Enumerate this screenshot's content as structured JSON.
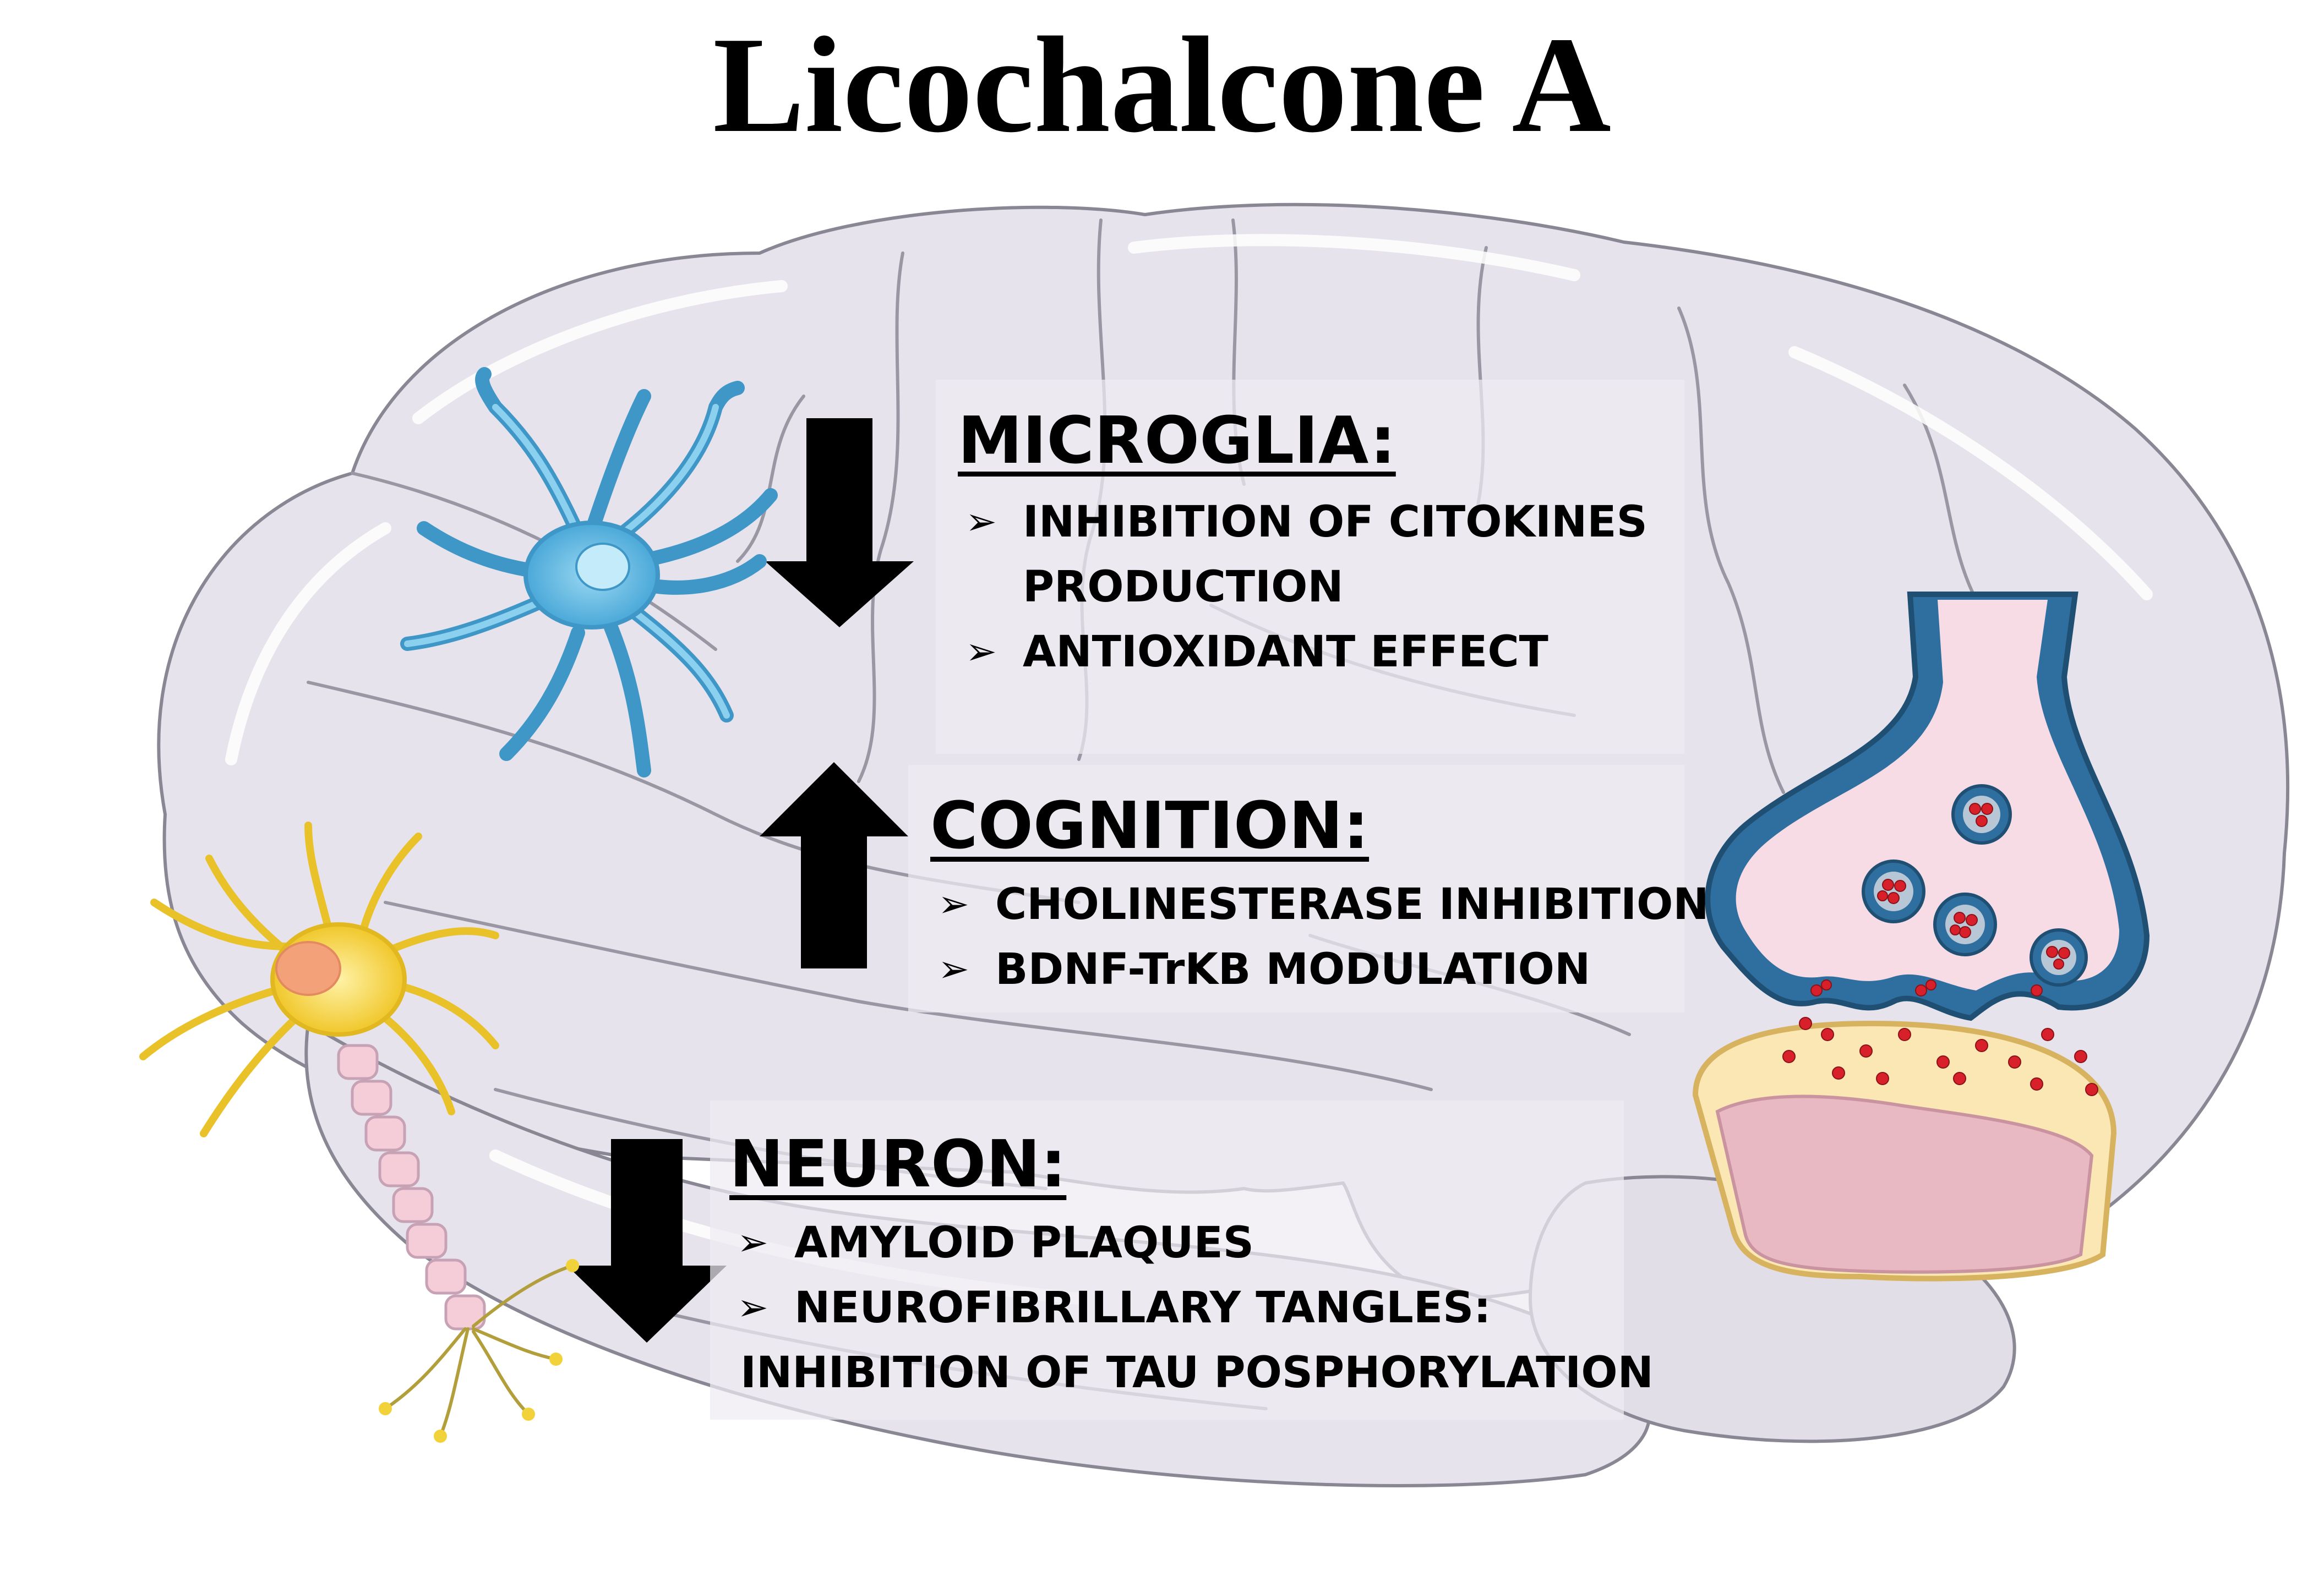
{
  "title": "Licochalcone A",
  "colors": {
    "brain_fill": "#e6e3ec",
    "brain_outline": "#8a8794",
    "arrow": "#000000",
    "microglia": "#5ab6e2",
    "neuron": "#f2d23a",
    "synapse_blue": "#2f6f9f",
    "vesicle_red": "#d8202a"
  },
  "sections": {
    "microglia": {
      "heading": "MICROGLIA:",
      "arrow": "down",
      "bullets": [
        {
          "marker": "➢",
          "lines": [
            "INHIBITION OF CITOKINES",
            "PRODUCTION"
          ]
        },
        {
          "marker": "➢",
          "lines": [
            "ANTIOXIDANT EFFECT"
          ]
        }
      ]
    },
    "cognition": {
      "heading": "COGNITION:",
      "arrow": "up",
      "bullets": [
        {
          "marker": "➢",
          "lines": [
            "CHOLINESTERASE INHIBITION"
          ]
        },
        {
          "marker": "➢",
          "lines": [
            "BDNF-TrKB MODULATION"
          ]
        }
      ]
    },
    "neuron": {
      "heading": "NEURON:",
      "arrow": "down",
      "bullets": [
        {
          "marker": "➢",
          "lines": [
            "AMYLOID PLAQUES"
          ]
        },
        {
          "marker": "➢",
          "lines": [
            "NEUROFIBRILLARY TANGLES:"
          ]
        }
      ],
      "continuation": "INHIBITION OF TAU POSPHORYLATION"
    }
  },
  "icons": [
    "brain-illustration",
    "microglia-cell-icon",
    "neuron-cell-icon",
    "synapse-icon"
  ]
}
